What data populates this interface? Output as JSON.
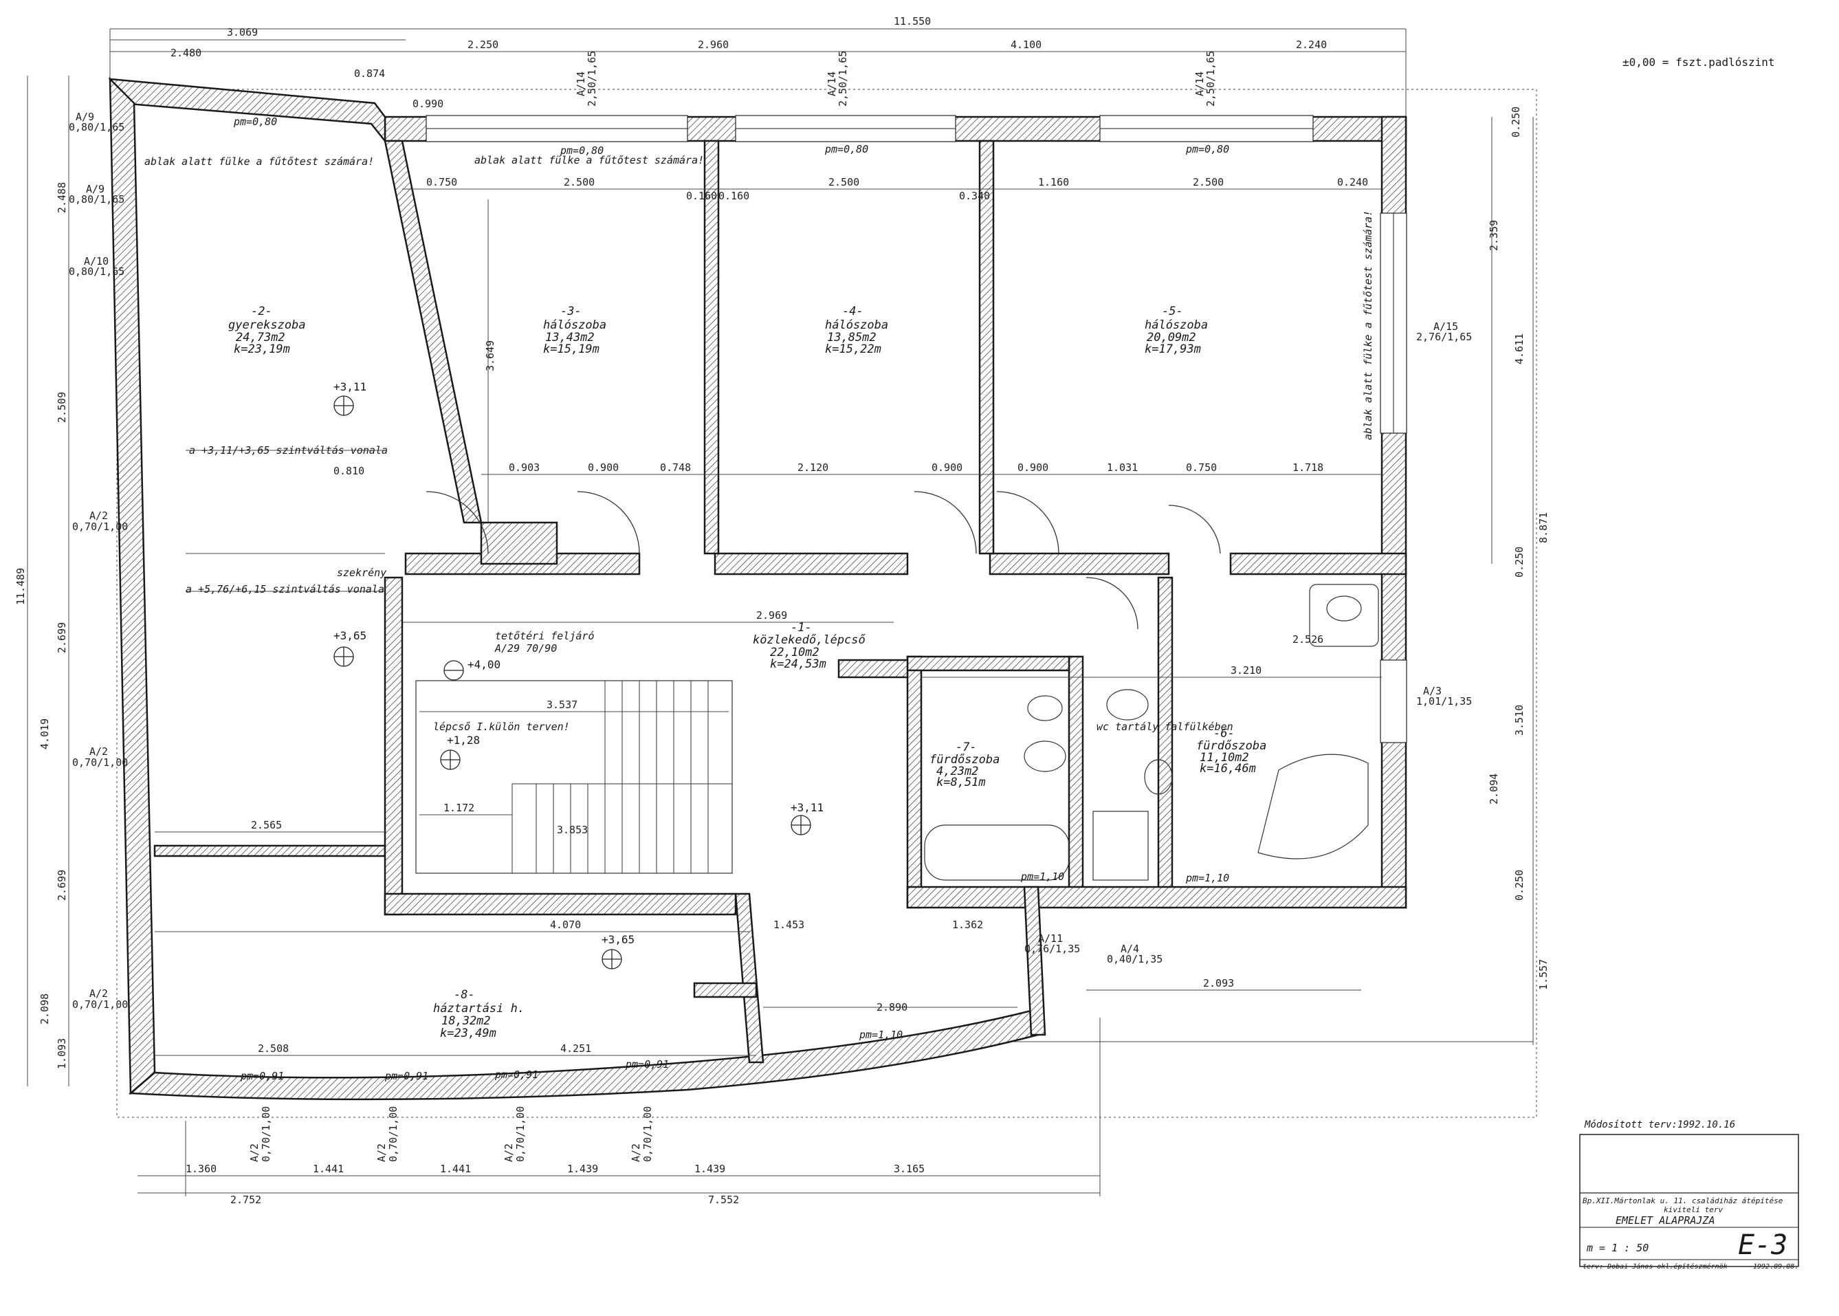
{
  "header": {
    "level_note": "±0,00 = fszt.padlószint"
  },
  "top_dims": {
    "total": "11.550",
    "left": "3.069",
    "segments": [
      "2.250",
      "2.960",
      "4.100",
      "2.240"
    ],
    "sub_left": [
      "2.480",
      "0.874",
      "0.990"
    ]
  },
  "rooms": [
    {
      "num": "-2-",
      "name": "gyerekszoba",
      "area": "24,73m2",
      "k": "k=23,19m"
    },
    {
      "num": "-3-",
      "name": "hálószoba",
      "area": "13,43m2",
      "k": "k=15,19m"
    },
    {
      "num": "-4-",
      "name": "hálószoba",
      "area": "13,85m2",
      "k": "k=15,22m"
    },
    {
      "num": "-5-",
      "name": "hálószoba",
      "area": "20,09m2",
      "k": "k=17,93m"
    },
    {
      "num": "-1-",
      "name": "közlekedő,lépcső",
      "area": "22,10m2",
      "k": "k=24,53m"
    },
    {
      "num": "-7-",
      "name": "fürdőszoba",
      "area": "4,23m2",
      "k": "k=8,51m"
    },
    {
      "num": "-6-",
      "name": "fürdőszoba",
      "area": "11,10m2",
      "k": "k=16,46m"
    },
    {
      "num": "-8-",
      "name": "háztartási h.",
      "area": "18,32m2",
      "k": "k=23,49m"
    }
  ],
  "notes": {
    "ablak1": "ablak alatt fülke a fűtőtest számára!",
    "ablak2": "ablak alatt fülke a fűtőtest számára!",
    "ablak3": "ablak alatt fülke a fűtőtest számára!",
    "szint1": "a +3,11/+3,65 szintváltás vonala",
    "szint2": "a +5,76/+6,15 szintváltás vonala",
    "szekreny": "szekrény",
    "teto": "tetőtéri feljáró",
    "teto_dim": "A/29 70/90",
    "lepcso": "lépcső I.külön terven!",
    "wc": "wc tartály falfülkében"
  },
  "levels": [
    "+3,11",
    "+3,65",
    "+4,00",
    "+1,28",
    "+3,11",
    "+3,65"
  ],
  "pm": [
    "pm=0,80",
    "pm=0,80",
    "pm=0,80",
    "pm=0,80",
    "pm=1,10",
    "pm=1,10",
    "pm=0,91",
    "pm=0,91",
    "pm=0,91",
    "pm=0,91",
    "pm=1,10"
  ],
  "windows": [
    {
      "id": "A/9",
      "size": "0,80/1,65"
    },
    {
      "id": "A/9",
      "size": "0,80/1,65"
    },
    {
      "id": "A/10",
      "size": "0,80/1,65"
    },
    {
      "id": "A/14",
      "size": "2,50/1,65"
    },
    {
      "id": "A/14",
      "size": "2,50/1,65"
    },
    {
      "id": "A/14",
      "size": "2,50/1,65"
    },
    {
      "id": "A/15",
      "size": "2,76/1,65"
    },
    {
      "id": "A/2",
      "size": "0,70/1,00"
    },
    {
      "id": "A/2",
      "size": "0,70/1,00"
    },
    {
      "id": "A/2",
      "size": "0,70/1,00"
    },
    {
      "id": "A/3",
      "size": "1,01/1,35"
    },
    {
      "id": "A/4",
      "size": "0,40/1,35"
    },
    {
      "id": "A/11",
      "size": "0,76/1,35"
    }
  ],
  "right_dims": [
    "0.250",
    "2.359",
    "4.611",
    "0.250",
    "3.510",
    "2.094",
    "0.250",
    "8.871",
    "1.557"
  ],
  "left_dims": [
    "2.488",
    "2.509",
    "2.699",
    "2.699",
    "2.098",
    "1.093",
    "11.489",
    "4.019"
  ],
  "bottom_dims": {
    "row1": [
      "1.360",
      "1.441",
      "1.441",
      "1.439",
      "1.439",
      "3.165"
    ],
    "row2": [
      "2.752",
      "7.552"
    ],
    "bottom_windows": [
      "A/2",
      "A/2",
      "A/2",
      "A/2"
    ],
    "bottom_sizes": [
      "0,70/1,00",
      "0,70/1,00",
      "0,70/1,00",
      "0,70/1,00"
    ]
  },
  "inner_dims": [
    "0.750",
    "2.500",
    "0.160",
    "0.160",
    "2.500",
    "0.340",
    "1.160",
    "2.500",
    "0.240",
    "0.903",
    "0.900",
    "0.748",
    "2.120",
    "0.900",
    "0.900",
    "1.031",
    "0.750",
    "1.718",
    "2.969",
    "3.537",
    "2.565",
    "1.172",
    "3.853",
    "4.070",
    "2.890",
    "2.508",
    "4.251",
    "1.453",
    "1.362",
    "2.093",
    "3.210",
    "2.526",
    "0.810",
    "3.649"
  ],
  "title_block": {
    "modified": "Módosított terv:1992.10.16",
    "project": "Bp.XII.Mártonlak u. 11. családiház átépítése",
    "type": "kiviteli terv",
    "title": "EMELET ALAPRAJZA",
    "scale": "m = 1 : 50",
    "code": "E-3",
    "designer": "terv: Dobai János okl.építészmérnök",
    "date": "1992.09.08."
  }
}
